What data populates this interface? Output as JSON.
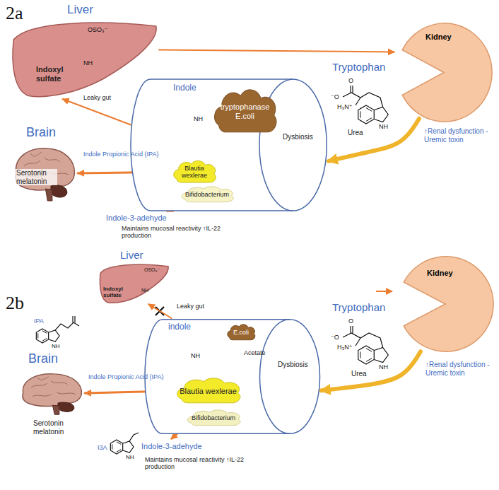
{
  "diagram": {
    "nodes": [
      {
        "text": [
          "Liver",
          "Indoxyl sulfate"
        ]
      },
      {
        "text": [
          "Kidney",
          "↑Renal dysfunction -Uremic toxin"
        ]
      },
      {
        "text": [
          "Brain",
          "Serotonin melatonin"
        ]
      },
      {
        "text": [
          "Indole",
          "Dysbiosis"
        ]
      },
      {
        "text": [
          "tryptophanase E.coli"
        ],
        "in": 3
      },
      {
        "text": [
          "Blautia wexlerae"
        ],
        "in": 3
      },
      {
        "text": [
          "Bifidobacterium"
        ],
        "in": 3
      },
      {
        "text": [
          "Liver",
          "Indoxyl sulfate"
        ]
      },
      {
        "text": [
          "Kidney",
          "↑Renal dysfunction -Uremic toxin"
        ]
      },
      {
        "text": [
          "Brain",
          "Serotonin melatonin"
        ]
      },
      {
        "text": [
          "indole",
          "Dysbiosis"
        ]
      },
      {
        "text": [
          "E.coli"
        ],
        "in": 10
      },
      {
        "text": [
          "Blautia wexlerae"
        ],
        "in": 10
      },
      {
        "text": [
          "Bifidobacterium"
        ],
        "in": 10
      }
    ],
    "edges": [
      {
        "from": 3,
        "to": 0,
        "label": "Leaky gut",
        "arrow": "to"
      },
      {
        "from": 0,
        "to": 1,
        "arrow": "to"
      },
      {
        "from": 5,
        "to": 2,
        "arrow": "to"
      },
      {
        "from": 1,
        "to": 3,
        "label": "Urea",
        "arrow": "to"
      },
      {
        "from": 10,
        "to": 7,
        "label": "Leaky gut",
        "arrow": "to"
      },
      {
        "from": 12,
        "to": 9,
        "arrow": "to"
      },
      {
        "from": 12,
        "to": 11,
        "label": "Acetate",
        "arrow": "to"
      },
      {
        "from": 8,
        "to": 10,
        "label": "Urea",
        "arrow": "to"
      }
    ],
    "labels": [
      "2a",
      "OSO₃⁻",
      "NH",
      "Tryptophan",
      "O",
      "⁻O",
      "H₃N⁺",
      "NH",
      "NH",
      "Indole Propionic Acid (IPA)",
      "Indole-3-adehyde",
      "Maintains mucosal reactivity ↑IL-22 production",
      "2b",
      "OSO₃⁻",
      "NH",
      "Tryptophan",
      "O",
      "⁻O",
      "H₃N⁺",
      "NH",
      "NH",
      "IPA",
      "NH",
      "Indole Propionic Acid (IPA)",
      "I3A",
      "NH",
      "Indole-3-adehyde",
      "Maintains mucosal reactivity ↑IL-22 production"
    ]
  }
}
